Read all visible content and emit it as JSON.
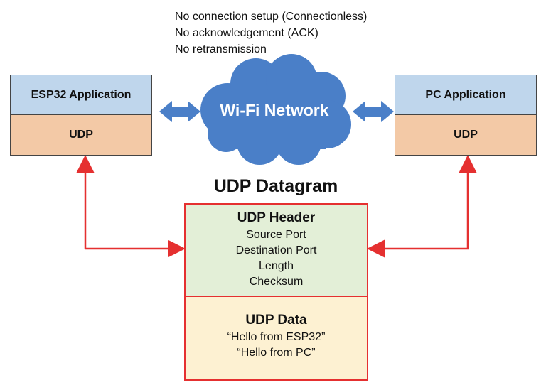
{
  "notes": [
    "No connection setup (Connectionless)",
    "No acknowledgement (ACK)",
    "No retransmission"
  ],
  "left_stack": {
    "app": "ESP32 Application",
    "transport": "UDP"
  },
  "right_stack": {
    "app": "PC Application",
    "transport": "UDP"
  },
  "network": {
    "label": "Wi-Fi Network"
  },
  "datagram": {
    "title": "UDP Datagram",
    "header": {
      "title": "UDP Header",
      "fields": [
        "Source Port",
        "Destination Port",
        "Length",
        "Checksum"
      ]
    },
    "data": {
      "title": "UDP Data",
      "lines": [
        "“Hello from ESP32”",
        "“Hello from PC”"
      ]
    }
  },
  "colors": {
    "app": "#bfd6ec",
    "udp": "#f3c9a6",
    "cloud": "#4a7fc8",
    "link": "#4a7fc8",
    "arrow": "#e53030",
    "header_bg": "#e3efd7",
    "data_bg": "#fdf1d2"
  }
}
